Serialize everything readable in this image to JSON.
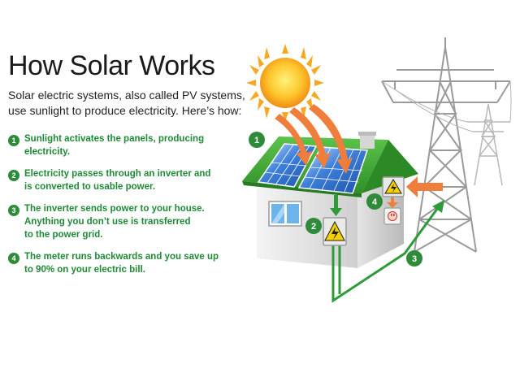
{
  "title": "How Solar Works",
  "intro": {
    "line1": "Solar electric systems, also called PV systems,",
    "line2": "use sunlight to produce electricity.  Here’s how:"
  },
  "steps": [
    {
      "number": "1",
      "lines": [
        "Sunlight activates the panels, producing",
        "electricity."
      ]
    },
    {
      "number": "2",
      "lines": [
        "Electricity passes through an inverter and",
        "is converted to usable power."
      ]
    },
    {
      "number": "3",
      "lines": [
        "The inverter sends power to your house.",
        "Anything you don’t use is transferred",
        "to the power grid."
      ]
    },
    {
      "number": "4",
      "lines": [
        "The meter runs backwards and you save up",
        "to 90% on your electric bill."
      ]
    }
  ],
  "diagram": {
    "callouts": [
      "1",
      "2",
      "3",
      "4"
    ]
  },
  "colors": {
    "accent_green": "#2e8b3a",
    "text_green": "#1f8a36",
    "roof_green": "#3aa836",
    "arrow_orange": "#ef7d3c",
    "sun_yellow": "#fdc52c"
  },
  "icons": [
    "sun-icon",
    "solar-panel-icon",
    "inverter-icon",
    "meter-icon",
    "power-tower-icon",
    "house-icon"
  ]
}
